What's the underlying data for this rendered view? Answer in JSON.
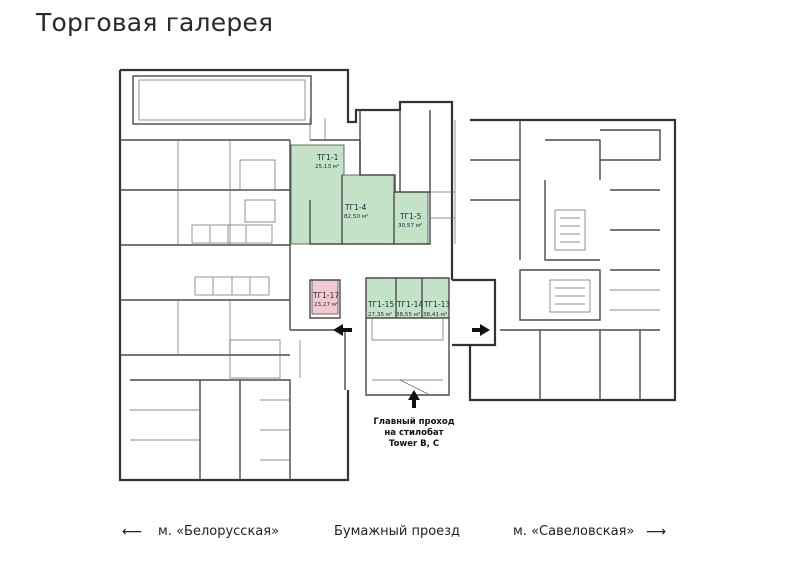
{
  "title": "Торговая галерея",
  "units": [
    {
      "id": "tg1-1",
      "label": "ТГ1-1",
      "area": "25,13 м²",
      "status": "available"
    },
    {
      "id": "tg1-4",
      "label": "ТГ1-4",
      "area": "82,50 м²",
      "status": "available"
    },
    {
      "id": "tg1-5",
      "label": "ТГ1-5",
      "area": "30,57 м²",
      "status": "available"
    },
    {
      "id": "tg1-17",
      "label": "ТГ1-17",
      "area": "23,27 м²",
      "status": "occupied"
    },
    {
      "id": "tg1-15",
      "label": "ТГ1-15",
      "area": "27,35 м²",
      "status": "available"
    },
    {
      "id": "tg1-14",
      "label": "ТГ1-14",
      "area": "38,55 м²",
      "status": "available"
    },
    {
      "id": "tg1-13",
      "label": "ТГ1-13",
      "area": "38,41 м²",
      "status": "available"
    }
  ],
  "colors": {
    "available": "#c4e2c8",
    "occupied": "#f3c9cf",
    "wall": "#4a4a4a"
  },
  "entrance_caption": [
    "Главный проход",
    "на стилобат",
    "Tower B, C"
  ],
  "bottom": {
    "left_station": "м. «Белорусская»",
    "street": "Бумажный проезд",
    "right_station": "м. «Савеловская»"
  }
}
